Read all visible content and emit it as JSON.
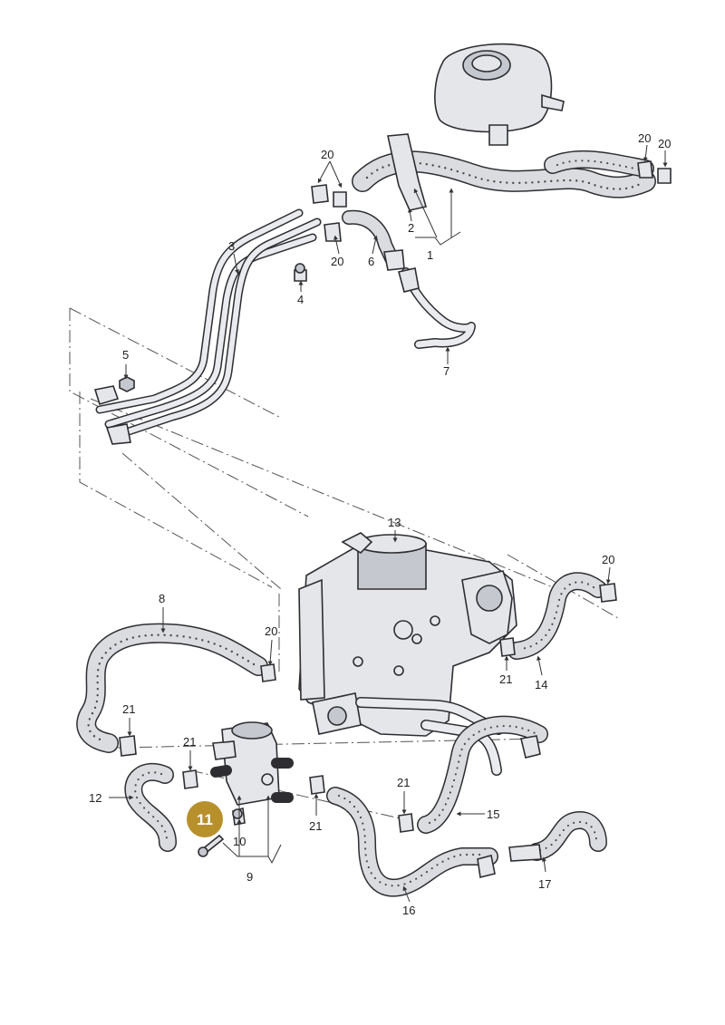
{
  "diagram": {
    "labels": {
      "p1": "1",
      "p2": "2",
      "p3": "3",
      "p4": "4",
      "p5": "5",
      "p6": "6",
      "p7": "7",
      "p8": "8",
      "p9": "9",
      "p10": "10",
      "p11": "11",
      "p12": "12",
      "p13": "13",
      "p14": "14",
      "p15": "15",
      "p16": "16",
      "p17": "17",
      "p20": "20",
      "p21": "21"
    },
    "highlight": {
      "color": "#b8902b"
    }
  }
}
